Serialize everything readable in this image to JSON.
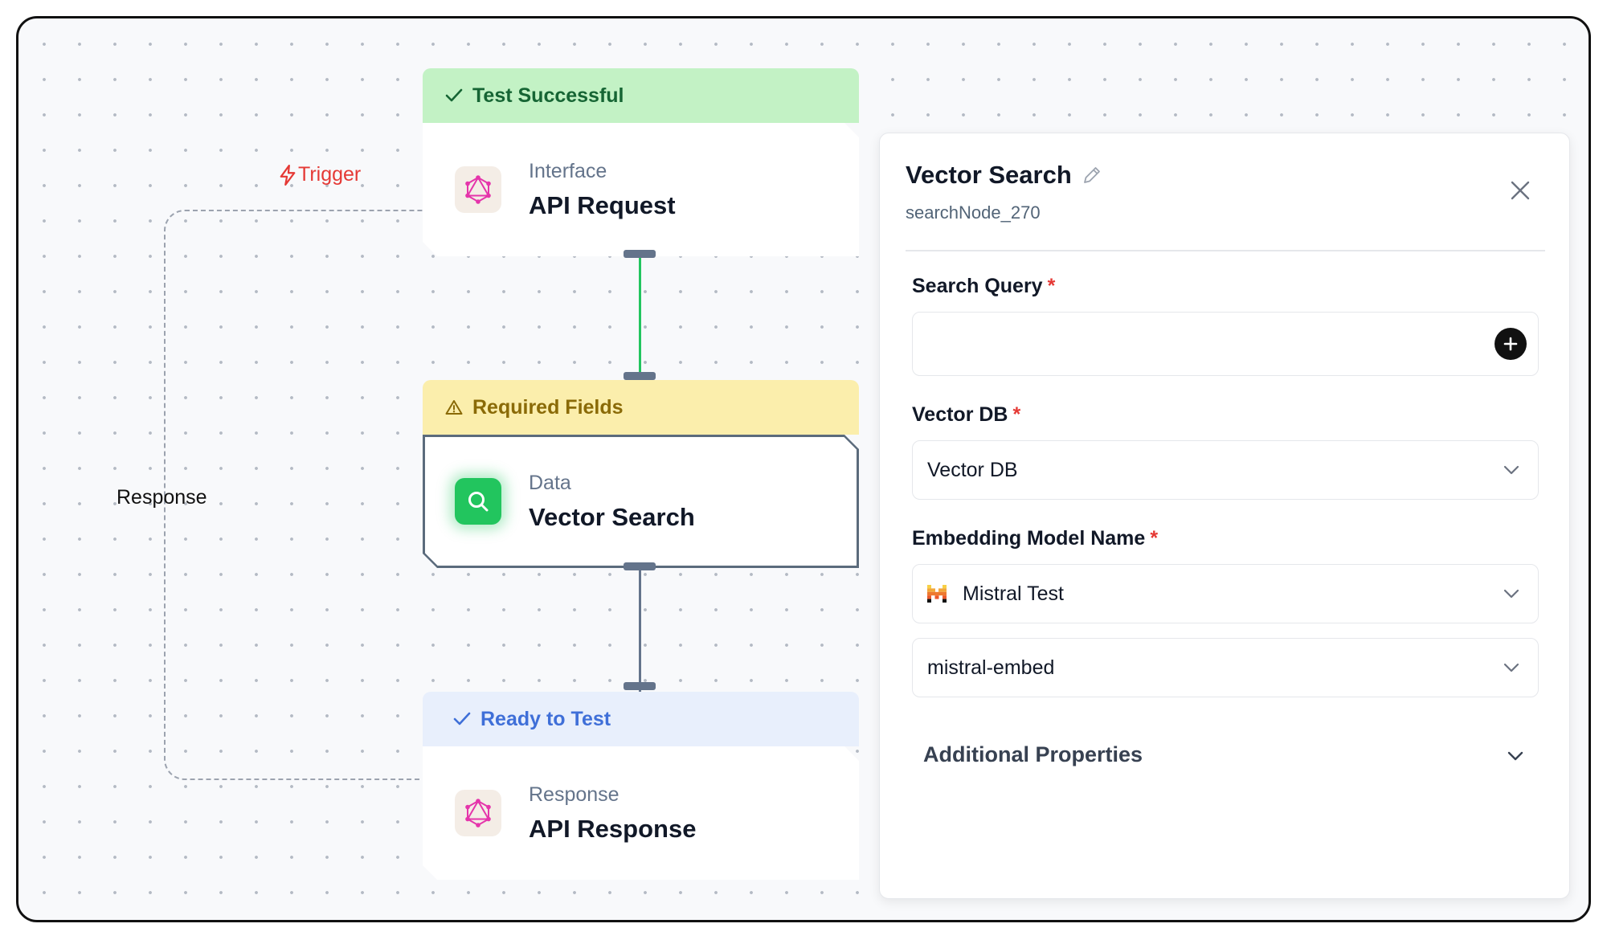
{
  "canvas": {
    "trigger_label": "Trigger",
    "response_edge_label": "Response"
  },
  "nodes": [
    {
      "status": "Test Successful",
      "status_icon": "check-icon",
      "category": "Interface",
      "name": "API Request",
      "icon": "graphql-icon"
    },
    {
      "status": "Required Fields",
      "status_icon": "warning-icon",
      "category": "Data",
      "name": "Vector Search",
      "icon": "search-icon"
    },
    {
      "status": "Ready to Test",
      "status_icon": "check-icon",
      "category": "Response",
      "name": "API Response",
      "icon": "graphql-icon"
    }
  ],
  "panel": {
    "title": "Vector Search",
    "node_id": "searchNode_270",
    "fields": {
      "search_query": {
        "label": "Search Query",
        "required_mark": "*",
        "value": ""
      },
      "vector_db": {
        "label": "Vector DB",
        "required_mark": "*",
        "value": "Vector DB"
      },
      "embedding_model": {
        "label": "Embedding Model Name",
        "required_mark": "*",
        "provider_value": "Mistral Test",
        "model_value": "mistral-embed"
      }
    },
    "additional_properties": "Additional Properties"
  },
  "colors": {
    "success_banner": "#c3f2c5",
    "warning_banner": "#fbeeac",
    "ready_banner": "#e8effc",
    "trigger_red": "#e53935",
    "edge_green": "#22c55e"
  }
}
